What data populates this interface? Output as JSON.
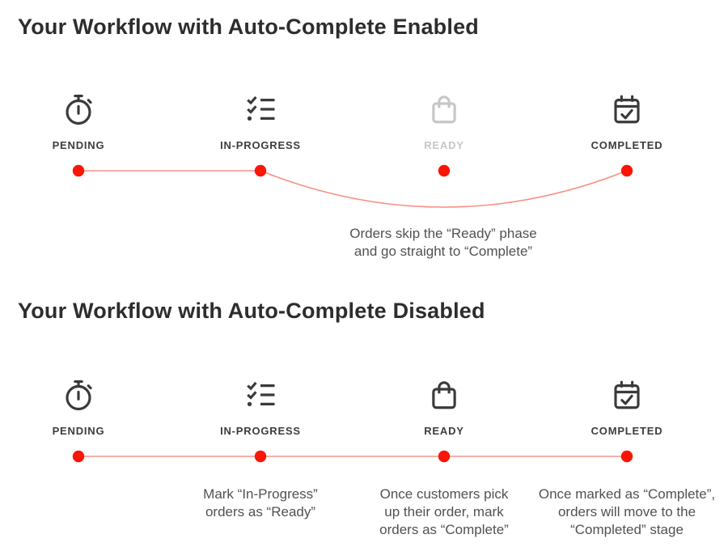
{
  "colors": {
    "dot": "#fa1505",
    "connector_line": "#f8aea6",
    "skip_curve": "#f89084",
    "title_text": "#2d2d2d",
    "label_text": "#3d3d3d",
    "disabled_gray": "#c6c6c6",
    "annotation_text": "#515151"
  },
  "sections": [
    {
      "title": "Your Workflow with Auto-Complete Enabled",
      "stages": [
        {
          "label": "PENDING",
          "icon": "stopwatch-icon",
          "state": "active"
        },
        {
          "label": "IN-PROGRESS",
          "icon": "checklist-icon",
          "state": "active"
        },
        {
          "label": "READY",
          "icon": "shopping-bag-icon",
          "state": "skipped"
        },
        {
          "label": "COMPLETED",
          "icon": "calendar-check-icon",
          "state": "active"
        }
      ],
      "skip_annotation": {
        "lines": [
          "Orders skip the “Ready” phase",
          "and go straight to “Complete”"
        ]
      }
    },
    {
      "title": "Your Workflow with Auto-Complete Disabled",
      "stages": [
        {
          "label": "PENDING",
          "icon": "stopwatch-icon",
          "state": "active"
        },
        {
          "label": "IN-PROGRESS",
          "icon": "checklist-icon",
          "state": "active"
        },
        {
          "label": "READY",
          "icon": "shopping-bag-icon",
          "state": "active"
        },
        {
          "label": "COMPLETED",
          "icon": "calendar-check-icon",
          "state": "active"
        }
      ],
      "annotations": [
        {
          "lines": [
            "Mark “In-Progress”",
            "orders as “Ready”"
          ]
        },
        {
          "lines": [
            "Once customers pick",
            "up their order, mark",
            "orders as “Complete”"
          ]
        },
        {
          "lines": [
            "Once marked as “Complete”,",
            "orders will move to the",
            "“Completed” stage"
          ]
        }
      ]
    }
  ]
}
